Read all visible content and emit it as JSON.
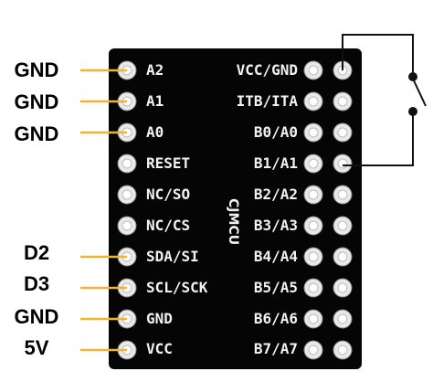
{
  "board": {
    "name": "CJMCU",
    "colors": {
      "pcb": "#050505",
      "pad": "#e9e9e9",
      "silk": "#f2f2f2",
      "wire_orange": "#f2b233",
      "wire_black": "#111111"
    }
  },
  "left_pins": [
    {
      "label": "A2"
    },
    {
      "label": "A1"
    },
    {
      "label": "A0"
    },
    {
      "label": "RESET"
    },
    {
      "label": "NC/SO"
    },
    {
      "label": "NC/CS"
    },
    {
      "label": "SDA/SI"
    },
    {
      "label": "SCL/SCK"
    },
    {
      "label": "GND"
    },
    {
      "label": "VCC"
    }
  ],
  "right_pins": [
    {
      "label": "VCC/GND"
    },
    {
      "label": "ITB/ITA"
    },
    {
      "label": "B0/A0"
    },
    {
      "label": "B1/A1"
    },
    {
      "label": "B2/A2"
    },
    {
      "label": "B3/A3"
    },
    {
      "label": "B4/A4"
    },
    {
      "label": "B5/A5"
    },
    {
      "label": "B6/A6"
    },
    {
      "label": "B7/A7"
    }
  ],
  "external_labels": [
    {
      "text": "GND",
      "color": "#111111"
    },
    {
      "text": "GND",
      "color": "#111111"
    },
    {
      "text": "GND",
      "color": "#111111"
    },
    {
      "text": "D2",
      "color": "#f2c230"
    },
    {
      "text": "D3",
      "color": "#f2c230"
    },
    {
      "text": "GND",
      "color": "#111111"
    },
    {
      "text": "5V",
      "color": "#d9261c"
    }
  ],
  "switch": {
    "symbol": "push-button switch"
  }
}
